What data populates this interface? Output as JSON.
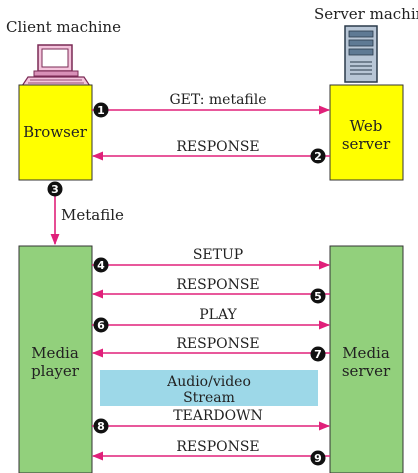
{
  "labels": {
    "client_machine": "Client machine",
    "server_machine": "Server machine",
    "browser": "Browser",
    "web_server_line1": "Web",
    "web_server_line2": "server",
    "metafile": "Metafile",
    "media_player_line1": "Media",
    "media_player_line2": "player",
    "media_server_line1": "Media",
    "media_server_line2": "server",
    "stream_line1": "Audio/video",
    "stream_line2": "Stream"
  },
  "messages": [
    {
      "step": "1",
      "label": "GET: metafile",
      "direction": "right"
    },
    {
      "step": "2",
      "label": "RESPONSE",
      "direction": "left"
    },
    {
      "step": "3",
      "label": "",
      "direction": "down"
    },
    {
      "step": "4",
      "label": "SETUP",
      "direction": "right"
    },
    {
      "step": "5",
      "label": "RESPONSE",
      "direction": "left"
    },
    {
      "step": "6",
      "label": "PLAY",
      "direction": "right"
    },
    {
      "step": "7",
      "label": "RESPONSE",
      "direction": "left"
    },
    {
      "step": "8",
      "label": "TEARDOWN",
      "direction": "right"
    },
    {
      "step": "9",
      "label": "RESPONSE",
      "direction": "left"
    }
  ],
  "colors": {
    "browser_box": "#ffff00",
    "web_server_box": "#ffff00",
    "media_box": "#92d07c",
    "stream_box": "#9dd8e8",
    "arrow": "#e0207a",
    "badge": "#111111"
  },
  "icons": {
    "client": "desktop-computer-icon",
    "server": "server-tower-icon"
  }
}
